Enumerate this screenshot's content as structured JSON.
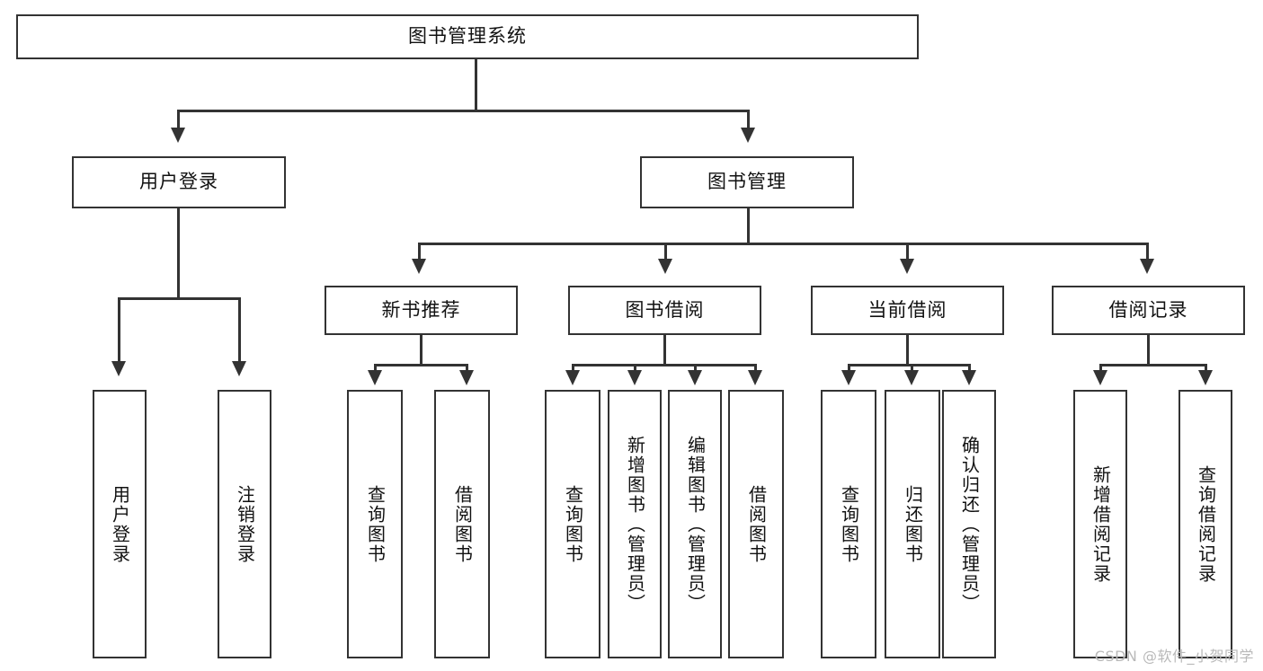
{
  "diagram": {
    "title": "图书管理系统",
    "type": "tree-hierarchy-chart",
    "line_color": "#333333",
    "box_fill": "#ffffff",
    "text_color": "#111111",
    "root": {
      "label": "图书管理系统"
    },
    "level2": [
      {
        "label": "用户登录"
      },
      {
        "label": "图书管理"
      }
    ],
    "level3": [
      {
        "label": "新书推荐"
      },
      {
        "label": "图书借阅"
      },
      {
        "label": "当前借阅"
      },
      {
        "label": "借阅记录"
      }
    ],
    "leaves": {
      "user_login": [
        {
          "label": "用户登录"
        },
        {
          "label": "注销登录"
        }
      ],
      "new_book_recommend": [
        {
          "label": "查询图书"
        },
        {
          "label": "借阅图书"
        }
      ],
      "book_borrow": [
        {
          "label": "查询图书"
        },
        {
          "label": "新增图书（管理员）"
        },
        {
          "label": "编辑图书（管理员）"
        },
        {
          "label": "借阅图书"
        }
      ],
      "current_borrow": [
        {
          "label": "查询图书"
        },
        {
          "label": "归还图书"
        },
        {
          "label": "确认归还（管理员）"
        }
      ],
      "borrow_record": [
        {
          "label": "新增借阅记录"
        },
        {
          "label": "查询借阅记录"
        }
      ]
    }
  },
  "watermark": {
    "text": "CSDN @软件_小贺同学"
  }
}
